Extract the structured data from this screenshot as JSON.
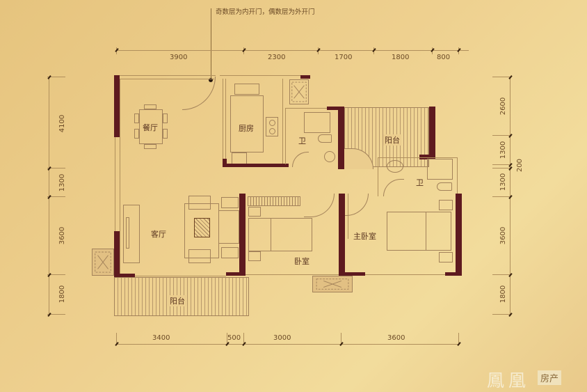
{
  "note": {
    "text": "奇数层为内开门，偶数层为外开门"
  },
  "dimensions": {
    "top": [
      "3900",
      "2300",
      "1700",
      "1800",
      "800"
    ],
    "bottom": [
      "3400",
      "500",
      "3000",
      "3600"
    ],
    "left": [
      "4100",
      "1300",
      "3600",
      "1800"
    ],
    "right": [
      "2600",
      "1300",
      "200",
      "1300",
      "3600",
      "1800"
    ]
  },
  "rooms": {
    "dining": "餐厅",
    "kitchen": "厨房",
    "bath1": "卫",
    "balcony_north": "阳台",
    "bath2": "卫",
    "living": "客厅",
    "bedroom": "卧室",
    "master_bedroom": "主卧室",
    "balcony_south": "阳台"
  },
  "watermark": {
    "brand": "鳳凰",
    "badge": "房产"
  },
  "colors": {
    "background": "#ebcc88",
    "wall": "#5e1a1f",
    "line": "#a3825a",
    "text": "#5a3520"
  }
}
